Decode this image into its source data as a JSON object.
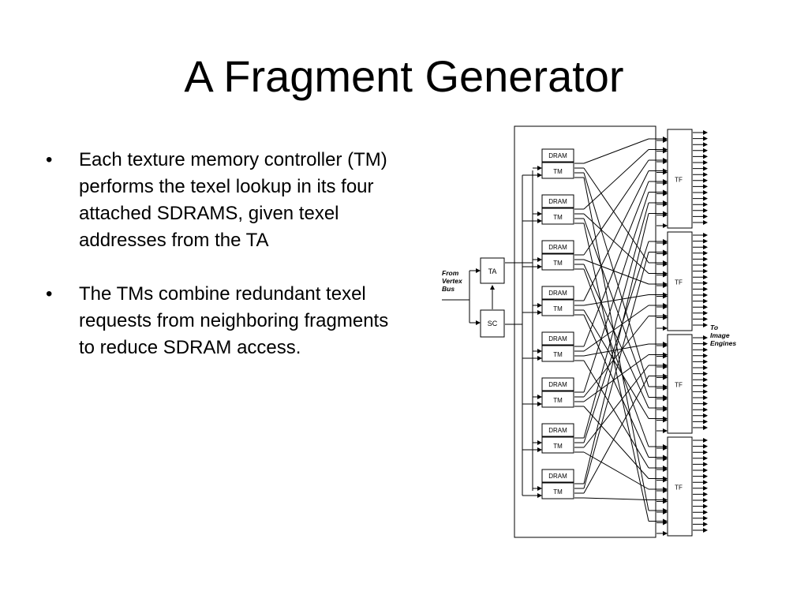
{
  "slide": {
    "title": "A Fragment Generator",
    "bullet_symbol": "•",
    "bullets": [
      "Each texture memory controller (TM) performs the texel lookup in its four attached SDRAMS, given texel addresses from the TA",
      "The TMs combine redundant texel requests from neighboring fragments to reduce SDRAM access."
    ]
  },
  "diagram": {
    "input_label": [
      "From",
      "Vertex",
      "Bus"
    ],
    "output_label": [
      "To",
      "Image",
      "Engines"
    ],
    "ta_label": "TA",
    "sc_label": "SC",
    "dram_label": "DRAM",
    "tm_label": "TM",
    "tm_count": 8,
    "tf_label": "TF",
    "tf_count": 4
  }
}
